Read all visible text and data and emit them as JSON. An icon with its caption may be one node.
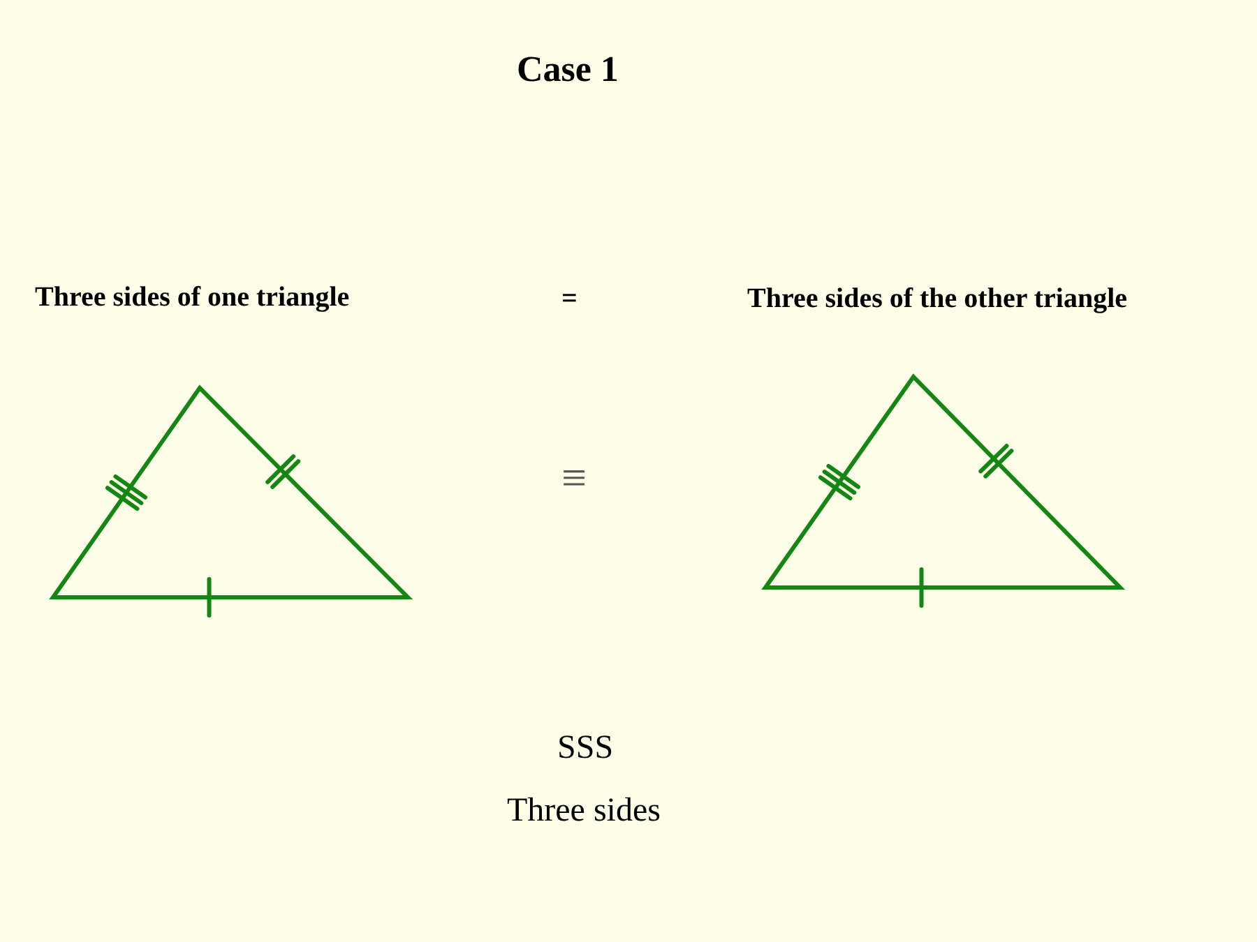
{
  "diagram": {
    "title": "Case 1",
    "labels": [
      "Three sides of one triangle",
      "=",
      "Three sides of the other triangle",
      "≡",
      "SSS",
      "Three sides"
    ]
  }
}
